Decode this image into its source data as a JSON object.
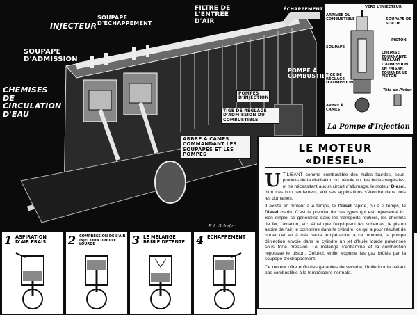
{
  "labels": {
    "injecteur": "INJECTEUR",
    "soupape_echappement": "SOUPAPE D'ÉCHAPPEMENT",
    "filtre": "FILTRE DE L'ENTRÉE D'AIR",
    "echappement_top": "ÉCHAPPEMENT",
    "soupape_admission": "SOUPAPE D'ADMISSION",
    "chemises": "CHEMISES DE CIRCULATION D'EAU",
    "pompe_combustible": "POMPE À COMBUSTIBLE",
    "pompes_injection": "POMPES D'INJECTION",
    "tige_reglage": "TIGE DE RÉGLAGE D'ADMISSION DU COMBUSTIBLE",
    "arbre_cames": "ARBRE À CAMES COMMANDANT LES SOUPAPES ET LES POMPES",
    "signature": "E.A.-Schefer"
  },
  "inset": {
    "caption": "La Pompe d'Injection",
    "labels": {
      "vers_injecteur": "vers l'INJECTEUR",
      "arrivee": "ARRIVÉE DU COMBUSTIBLE",
      "soupape_sortie": "SOUPAPE DE SORTIE",
      "soupape": "SOUPAPE",
      "piston": "PISTON",
      "cheminee": "CHEMISE TOURNANTE RÉGLANT L'ADMISSION en faisant tourner le Piston",
      "tige": "TIGE de RÉGLAGE d'ADMISSION",
      "tete": "Tête de Piston",
      "arbre": "ARBRE À CAMES"
    }
  },
  "article": {
    "title": "LE MOTEUR «DIESEL»",
    "dropcap": "U",
    "p1_lead": "TILISANT comme combustible des huiles lourdes, sous-produits de la distillation du pétrole ou des huiles végétales, et ne nécessitant aucun circuit d'allumage, le moteur ",
    "p1_bold": "Diesel,",
    "p1_tail": " d'un très bon rendement, voit ses applications s'étendre dans tous les domaines.",
    "p2_a": "Il existe en moteur à 4 temps, le ",
    "p2_b1": "Diesel",
    "p2_c": " rapide, ou à 2 temps, le ",
    "p2_b2": "Diesel",
    "p2_d": " marin. C'est le premier de ces types qui est représenté ici. Son emploi se généralise dans les transports routiers, les chemins de fer, l'aviation, etc. Ainsi que l'expliquent les schémas, le piston aspire de l'air, le comprime dans le cylindre, ce qui a pour résultat de porter cet air à très haute température; à ce moment, la pompe d'injection envoie dans le cylindre un jet d'huile lourde pulvérisée sous forte pression. Le mélange s'enflamme et la combustion repousse le piston. Celui-ci, enfin, expulse les gaz brûlés par la soupape d'échappement.",
    "p3": "Ce moteur offre enfin des garanties de sécurité, l'huile lourde n'étant pas combustible à la température normale."
  },
  "strokes": [
    {
      "num": "1",
      "title": "ASPIRATION D'AIR FRAIS"
    },
    {
      "num": "2",
      "title": "COMPRESSION DE L'AIR INJECTION D'HUILE LOURDE"
    },
    {
      "num": "3",
      "title": "LE MÉLANGE BRÛLE DÉTENTE"
    },
    {
      "num": "4",
      "title": "ÉCHAPPEMENT"
    }
  ]
}
